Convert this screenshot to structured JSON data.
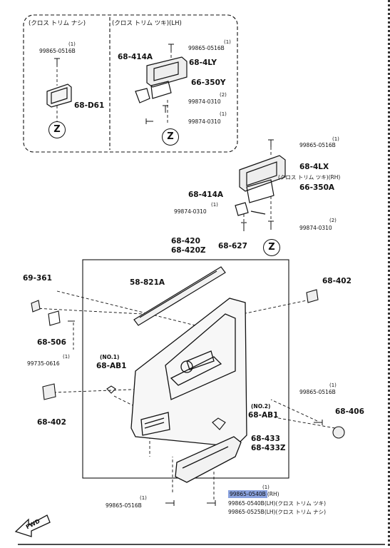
{
  "inset": {
    "header_left": "(クロス トリム ナシ)",
    "header_right": "(クロス トリム ツキ)(LH)"
  },
  "z_marker": "Z",
  "labels": {
    "qty_1": "(1)",
    "qty_2": "(2)",
    "p99865_0516B": "99865-0516B",
    "p99874_0310": "99874-0310",
    "p99735_0616": "99735-0616",
    "p68_D61": "68-D61",
    "p68_414A": "68-414A",
    "p68_4LY": "68-4LY",
    "p66_350Y": "66-350Y",
    "p68_4LX": "68-4LX",
    "p68_4LX_note": "(クロス トリム ツキ)(RH)",
    "p66_350A": "66-350A",
    "p68_627": "68-627",
    "p68_420": "68-420",
    "p68_420Z": "68-420Z",
    "p69_361": "69-361",
    "p58_821A": "58-821A",
    "p68_402": "68-402",
    "p68_506": "68-506",
    "no1": "(NO.1)",
    "no2": "(NO.2)",
    "p68_AB1": "68-AB1",
    "p68_406": "68-406",
    "p68_433": "68-433",
    "p68_433Z": "68-433Z",
    "p99865_0540B": "99865-0540B",
    "rh": "(RH)",
    "lh_tsuki": "(LH)(クロス トリム ツキ)",
    "p99865_0525B": "99865-0525B",
    "lh_nashi": "(LH)(クロス トリム ナシ)",
    "fwd": "FWD"
  }
}
